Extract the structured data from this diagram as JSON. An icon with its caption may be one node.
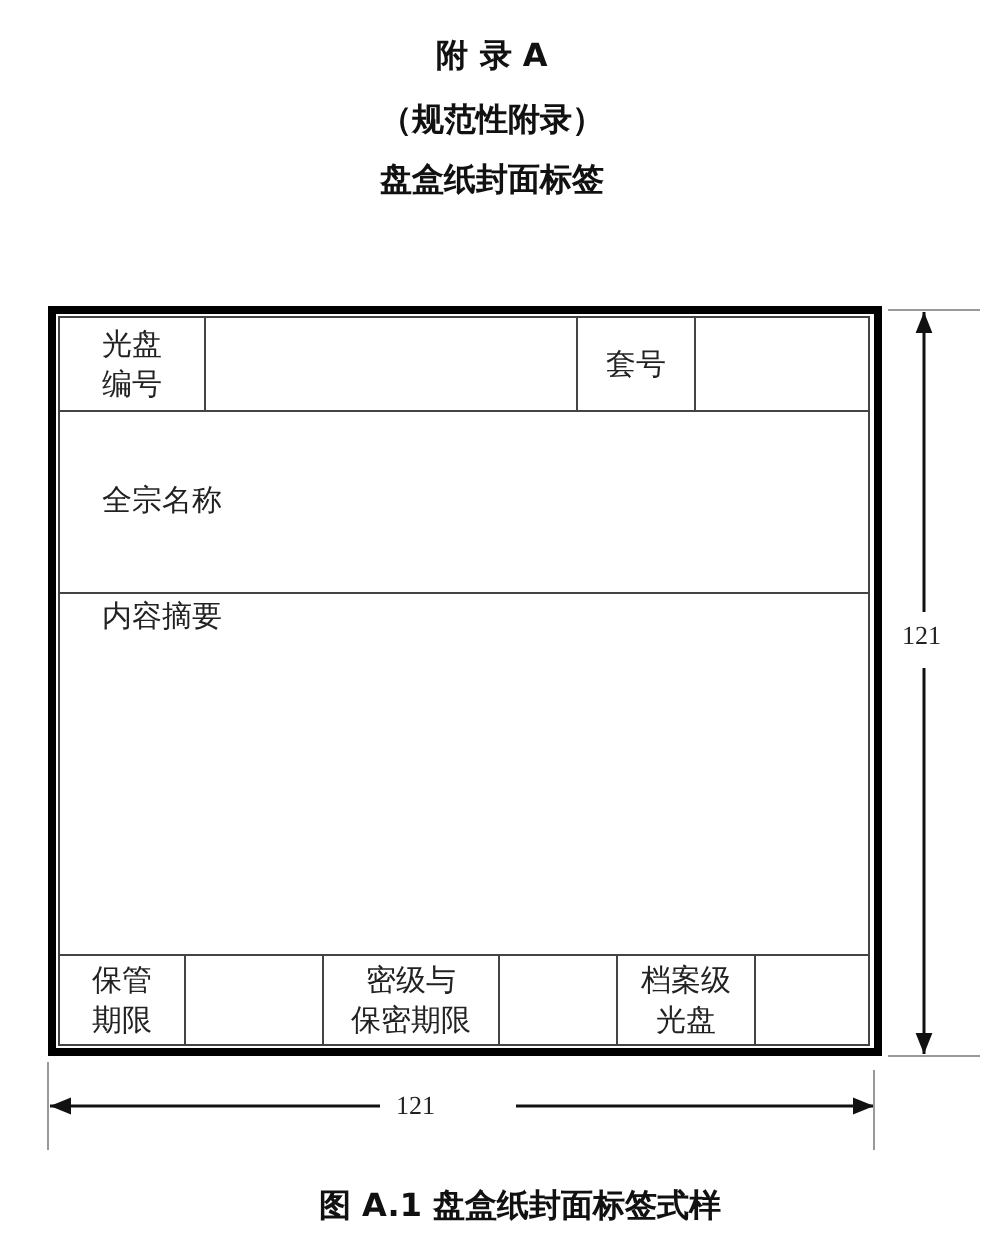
{
  "diagram": {
    "title": "附 录 A",
    "caption": "图 A.1 盘盒纸封面标签式样",
    "nodes": [
      {
        "text": [],
        "shape": "box"
      },
      {
        "text": [
          "光盘编号"
        ],
        "in": 0
      },
      {
        "text": [],
        "shape": "box",
        "in": 0
      },
      {
        "text": [
          "套号"
        ],
        "in": 0
      },
      {
        "text": [],
        "shape": "box",
        "in": 0
      },
      {
        "text": [
          "全宗名称"
        ],
        "in": 0
      },
      {
        "text": [
          "内容摘要"
        ],
        "in": 0
      },
      {
        "text": [
          "保管期限"
        ],
        "in": 0
      },
      {
        "text": [],
        "shape": "box",
        "in": 0
      },
      {
        "text": [
          "密级与保密期限"
        ],
        "in": 0
      },
      {
        "text": [],
        "shape": "box",
        "in": 0
      },
      {
        "text": [
          "档案级光盘"
        ],
        "in": 0
      },
      {
        "text": [],
        "shape": "box",
        "in": 0
      }
    ],
    "edges": [],
    "labels": [
      "（规范性附录）",
      "盘盒纸封面标签",
      "121",
      "121"
    ]
  }
}
